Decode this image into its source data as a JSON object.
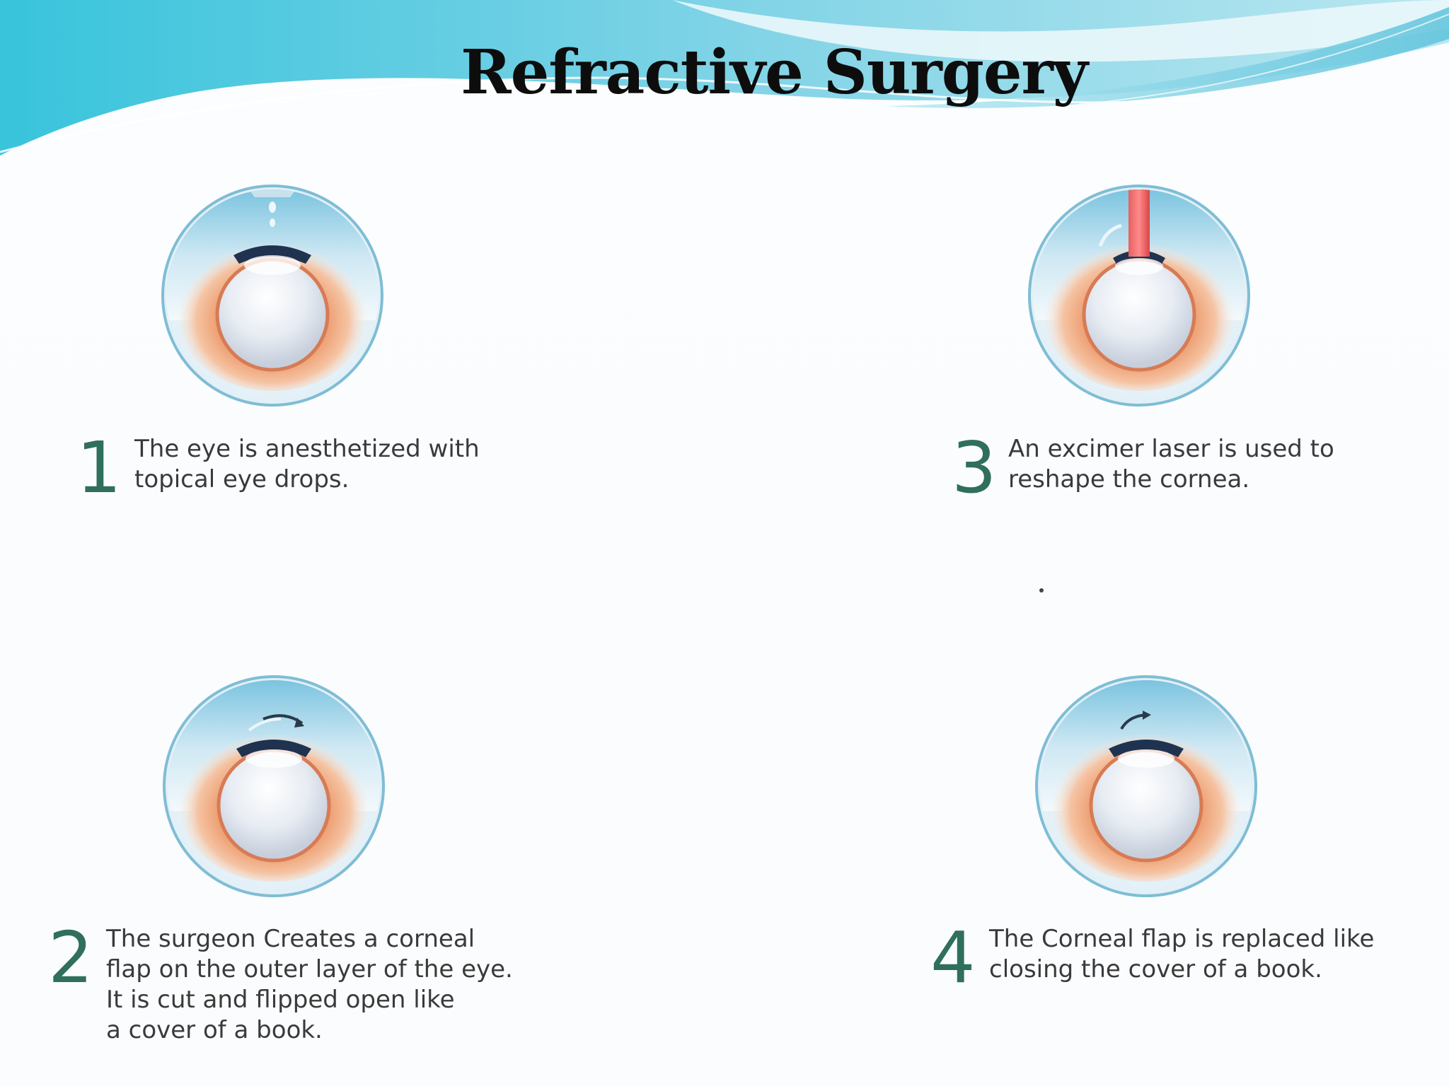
{
  "slide": {
    "title": "Refractive Surgery"
  },
  "colors": {
    "step_number": "#2f6f5c",
    "body_text": "#3a3a3a",
    "header_wave": "#4fc3dd",
    "eye_ring": "#6fb9d2",
    "laser": "#e05050"
  },
  "steps": [
    {
      "number": "1",
      "lines": [
        "The eye is anesthetized with",
        "topical eye drops."
      ],
      "icon": "eye-drops-icon"
    },
    {
      "number": "2",
      "lines": [
        "The surgeon Creates a corneal",
        "flap on the outer layer of the eye.",
        "It is cut and flipped open like",
        "a cover of a book."
      ],
      "icon": "corneal-flap-open-icon"
    },
    {
      "number": "3",
      "lines": [
        "An excimer laser is used to",
        "reshape the cornea."
      ],
      "icon": "excimer-laser-icon"
    },
    {
      "number": "4",
      "lines": [
        "The Corneal flap is replaced like",
        "closing the cover of a book."
      ],
      "icon": "corneal-flap-closed-icon"
    }
  ]
}
